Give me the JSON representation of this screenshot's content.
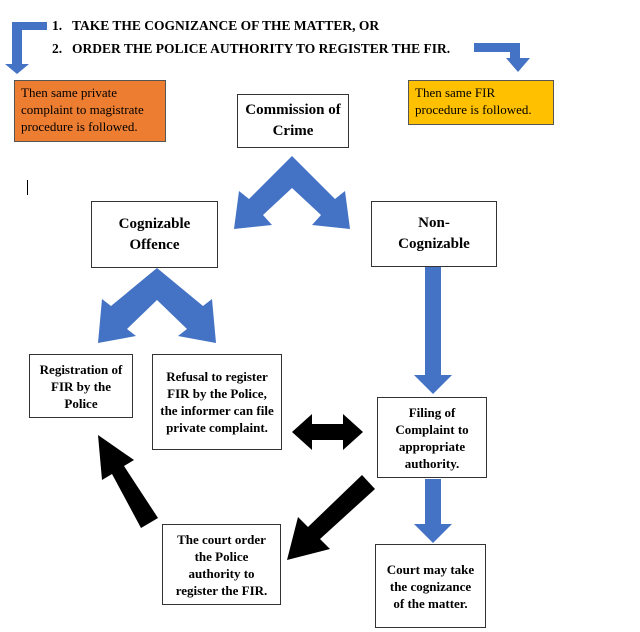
{
  "options": [
    {
      "num": "1.",
      "text": "TAKE THE COGNIZANCE OF THE MATTER, OR"
    },
    {
      "num": "2.",
      "text": "ORDER THE POLICE AUTHORITY TO REGISTER THE FIR."
    }
  ],
  "notes": {
    "private": "Then same private complaint to magistrate procedure is followed.",
    "fir": "Then same FIR procedure is followed."
  },
  "boxes": {
    "commission": "Commission of Crime",
    "cognizable": "Cognizable Offence",
    "non_cognizable": "Non-Cognizable",
    "registration": "Registration of FIR by the Police",
    "refusal": "Refusal to register FIR by the Police, the informer can file private complaint.",
    "filing": "Filing of Complaint to appropriate authority.",
    "court_order": "The court order the Police authority to register the FIR.",
    "court_cognizance": "Court may take the cognizance of the matter."
  },
  "colors": {
    "blue": "#4472C4",
    "orange": "#ED7D31",
    "yellow": "#FFC000",
    "black": "#000000"
  }
}
